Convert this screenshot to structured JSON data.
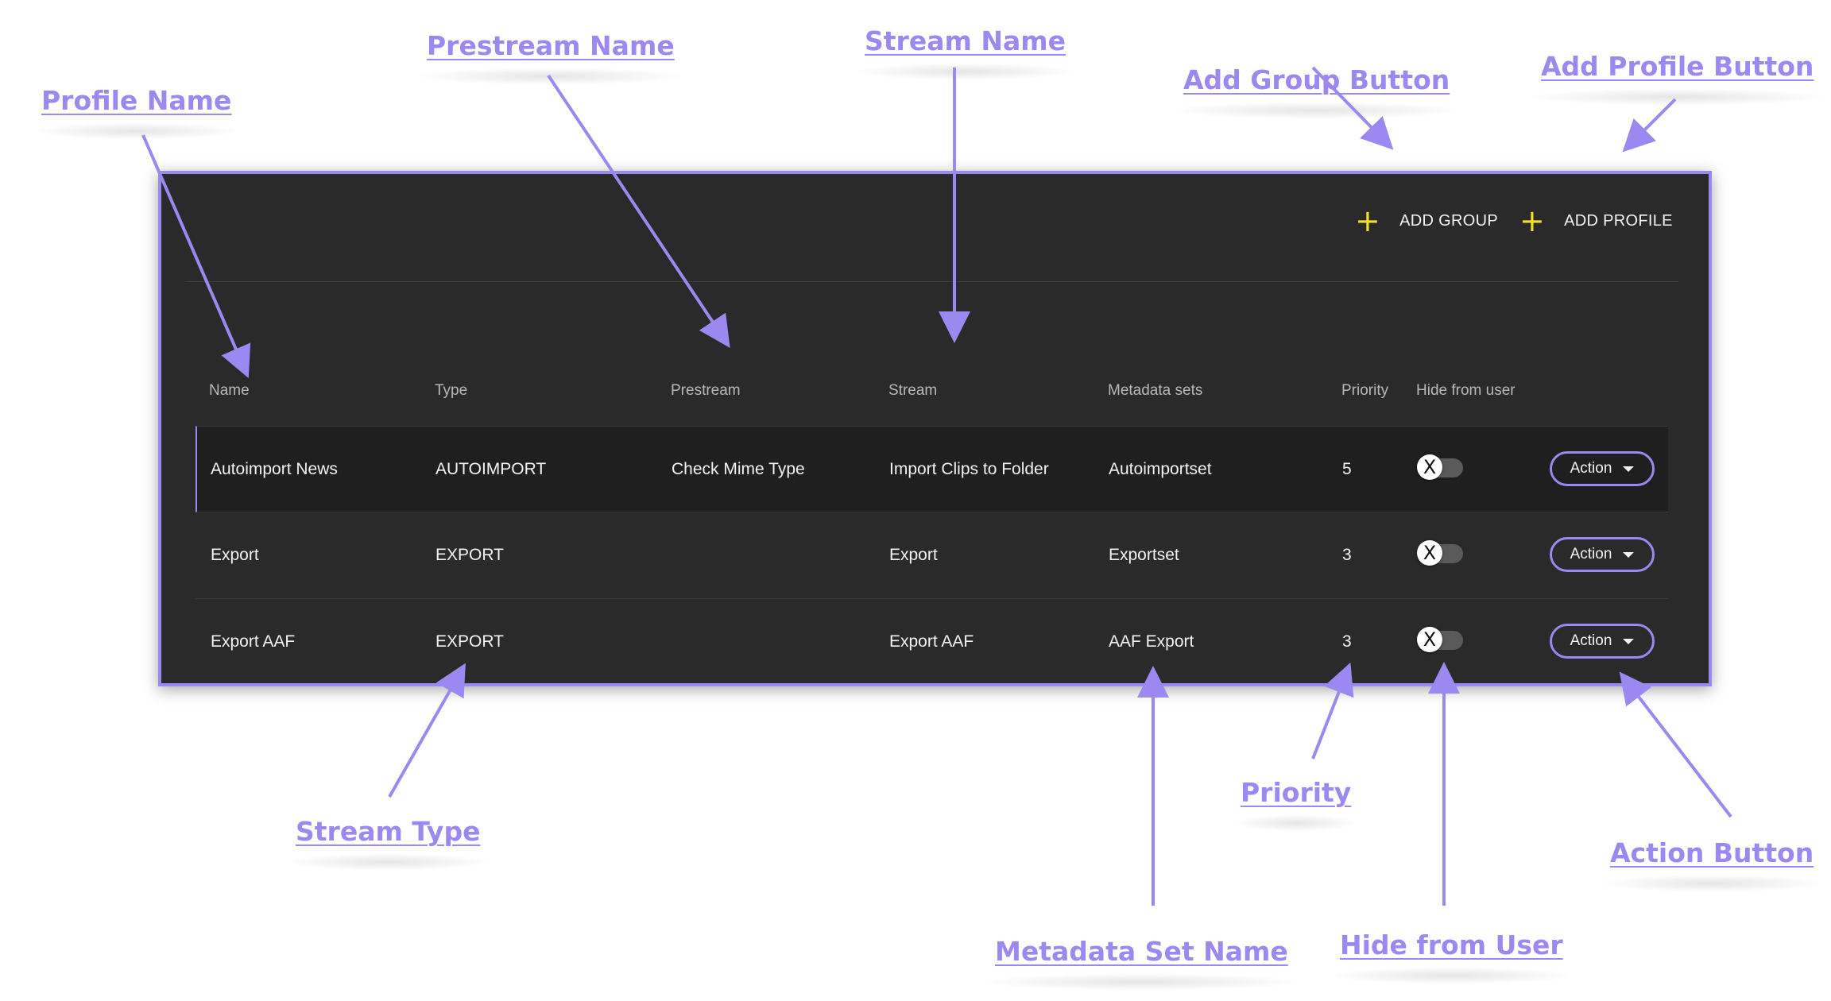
{
  "callouts": {
    "profile_name": "Profile Name",
    "prestream_name": "Prestream Name",
    "stream_name": "Stream Name",
    "add_group_button": "Add Group Button",
    "add_profile_button": "Add Profile Button",
    "stream_type": "Stream Type",
    "priority": "Priority",
    "action_button": "Action Button",
    "metadata_set_name": "Metadata Set Name",
    "hide_from_user": "Hide from User"
  },
  "toolbar": {
    "add_group_label": "ADD GROUP",
    "add_profile_label": "ADD PROFILE",
    "plus_icon": "+"
  },
  "table": {
    "headers": {
      "name": "Name",
      "type": "Type",
      "prestream": "Prestream",
      "stream": "Stream",
      "metadata": "Metadata sets",
      "priority": "Priority",
      "hide": "Hide from user"
    },
    "rows": [
      {
        "name": "Autoimport News",
        "type": "AUTOIMPORT",
        "prestream": "Check Mime Type",
        "stream": "Import Clips to Folder",
        "metadata": "Autoimportset",
        "priority": "5",
        "hide_symbol": "X",
        "action": "Action"
      },
      {
        "name": "Export",
        "type": "EXPORT",
        "prestream": "",
        "stream": "Export",
        "metadata": "Exportset",
        "priority": "3",
        "hide_symbol": "X",
        "action": "Action"
      },
      {
        "name": "Export AAF",
        "type": "EXPORT",
        "prestream": "",
        "stream": "Export AAF",
        "metadata": "AAF Export",
        "priority": "3",
        "hide_symbol": "X",
        "action": "Action"
      }
    ]
  },
  "colors": {
    "accent": "#9b88f0",
    "panel_bg": "#2a2a2a",
    "plus_icon": "#f2e12b"
  }
}
